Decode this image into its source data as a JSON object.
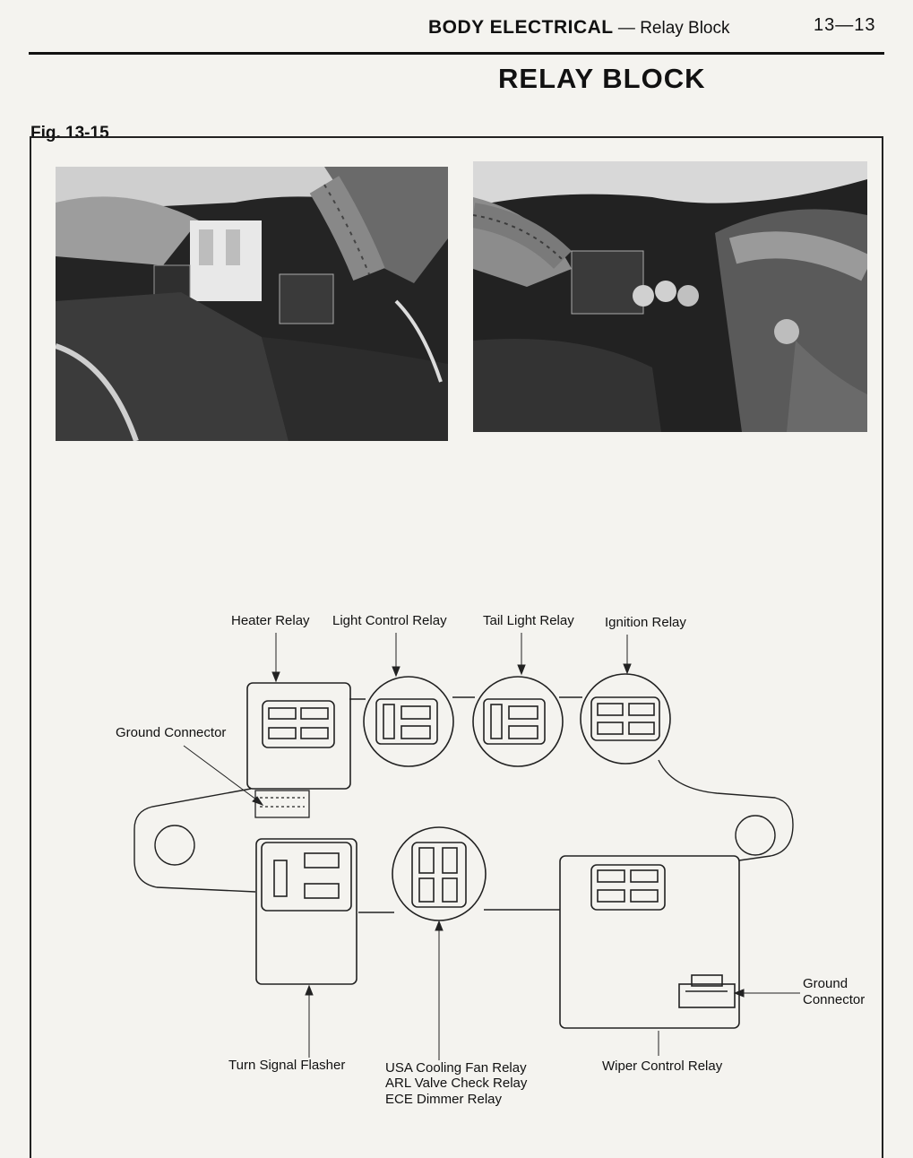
{
  "header": {
    "section": "BODY ELECTRICAL",
    "separator": " — ",
    "subsection": "Relay Block",
    "page_number": "13—13"
  },
  "title": "RELAY BLOCK",
  "figure": {
    "label": "Fig. 13-15",
    "labels": {
      "heater_relay": "Heater Relay",
      "light_control_relay": "Light Control Relay",
      "tail_light_relay": "Tail Light Relay",
      "ignition_relay": "Ignition Relay",
      "ground_connector_left": "Ground Connector",
      "ground_connector_right_1": "Ground",
      "ground_connector_right_2": "Connector",
      "turn_signal_flasher": "Turn Signal Flasher",
      "usa_cooling_fan_relay": "USA Cooling Fan Relay",
      "arl_valve_check_relay": "ARL Valve Check Relay",
      "ece_dimmer_relay": "ECE Dimmer Relay",
      "wiper_control_relay": "Wiper Control Relay"
    }
  }
}
